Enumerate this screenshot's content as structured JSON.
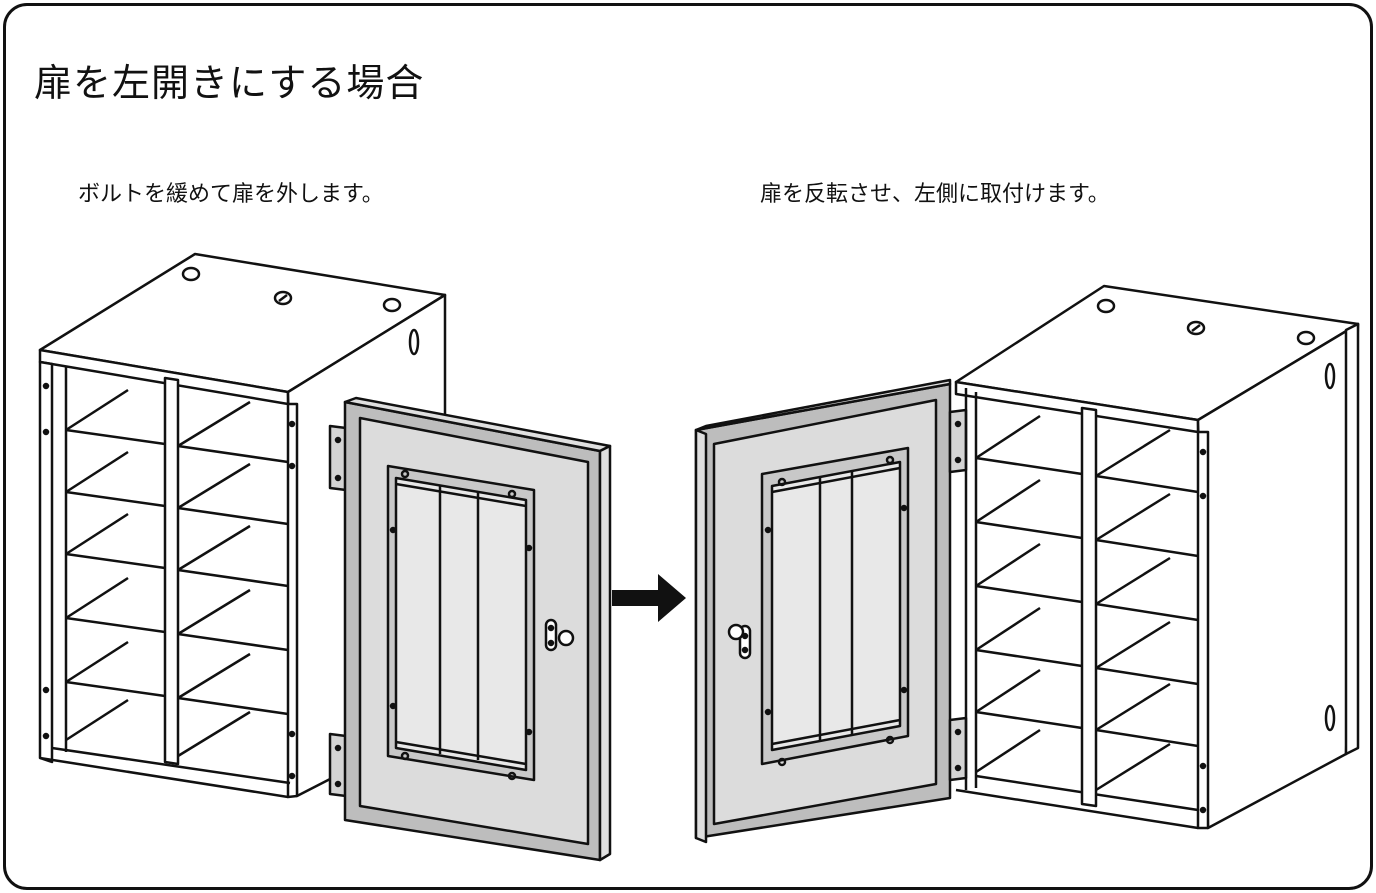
{
  "title": "扉を左開きにする場合",
  "steps": [
    {
      "caption": "ボルトを緩めて扉を外します。"
    },
    {
      "caption": "扉を反転させ、左側に取付けます。"
    }
  ],
  "colors": {
    "line": "#111111",
    "door_fill": "#dcdcdc",
    "door_frame": "#bdbdbd",
    "background": "#ffffff"
  },
  "icons": {
    "arrow": "right-arrow-icon"
  }
}
